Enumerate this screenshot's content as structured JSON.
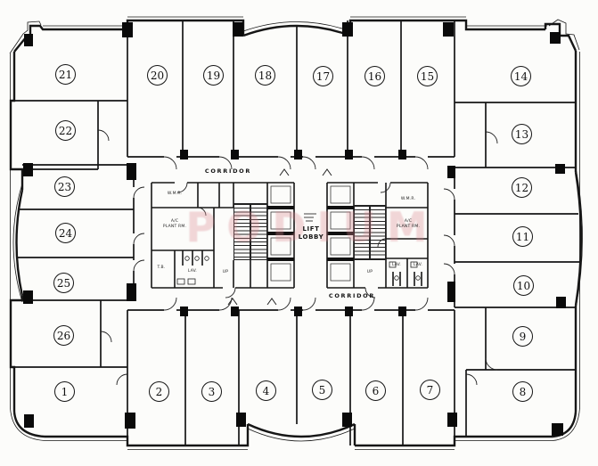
{
  "units": [
    "1",
    "2",
    "3",
    "4",
    "5",
    "6",
    "7",
    "8",
    "9",
    "10",
    "11",
    "12",
    "13",
    "14",
    "15",
    "16",
    "17",
    "18",
    "19",
    "20",
    "21",
    "22",
    "23",
    "24",
    "25",
    "26"
  ],
  "labels": {
    "corridor_top": "CORRIDOR",
    "corridor_bottom": "CORRIDOR",
    "lift_lobby_line1": "LIFT",
    "lift_lobby_line2": "LOBBY"
  },
  "core_rooms": {
    "left_wmr": "W.M.R.",
    "left_ac_line1": "A/C",
    "left_ac_line2": "PLANT RM.",
    "left_tb": "T.B.",
    "left_lav": "LAV.",
    "left_up": "UP",
    "right_wmr": "W.M.R.",
    "right_ac_line1": "A/C",
    "right_ac_line2": "PLANT RM.",
    "right_lav_a": "LAV.",
    "right_lav_b": "LAV.",
    "right_up": "UP"
  },
  "watermark": {
    "text": "PODIUM",
    "color": "#db8590"
  },
  "colors": {
    "line": "#161616",
    "background": "#fcfcfa",
    "column": "#0a0a0a",
    "watermark_pink": "#db8590"
  }
}
